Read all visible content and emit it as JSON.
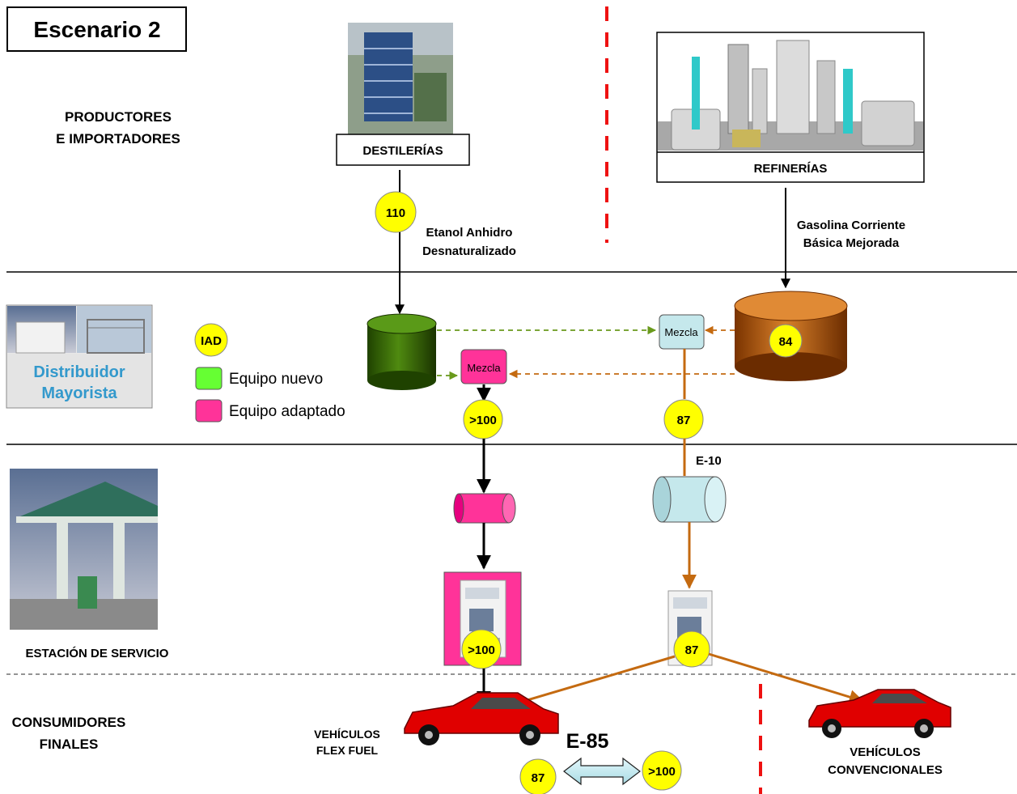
{
  "title": "Escenario 2",
  "sections": {
    "producers": [
      "PRODUCTORES",
      "E IMPORTADORES"
    ],
    "distributor": [
      "Distribuidor",
      "Mayorista"
    ],
    "station": "ESTACIÓN DE SERVICIO",
    "consumers": [
      "CONSUMIDORES",
      "FINALES"
    ]
  },
  "nodes": {
    "distilleries": "DESTILERÍAS",
    "refineries": "REFINERÍAS",
    "ethanol_label": [
      "Etanol Anhidro",
      "Desnaturalizado"
    ],
    "gasoline_label": [
      "Gasolina Corriente",
      "Básica Mejorada"
    ],
    "mix_left": "Mezcla",
    "mix_right": "Mezcla",
    "e10": "E-10",
    "e85": "E-85",
    "flex_vehicles": [
      "VEHÍCULOS",
      "FLEX FUEL"
    ],
    "conv_vehicles": [
      "VEHÍCULOS",
      "CONVENCIONALES"
    ]
  },
  "badges": {
    "ethanol": "110",
    "gasoline_tank": "84",
    "mix_left_out": ">100",
    "mix_right_out": "87",
    "pump_left": ">100",
    "pump_right": "87",
    "e85_left": "87",
    "e85_right": ">100"
  },
  "legend": {
    "title": "IAD",
    "new_equipment": "Equipo nuevo",
    "adapted_equipment": "Equipo adaptado"
  },
  "colors": {
    "badge": "#ffff00",
    "ethanol_tank": "#2e5a00",
    "gasoline_tank": "#b8560a",
    "adapted": "#ff3399",
    "new": "#66ff33",
    "mix_right": "#c5e8ec",
    "orange_line": "#c46a10",
    "green_line": "#6a9a1c",
    "divider_red": "#ee1111",
    "distributor_text": "#3399cc"
  }
}
